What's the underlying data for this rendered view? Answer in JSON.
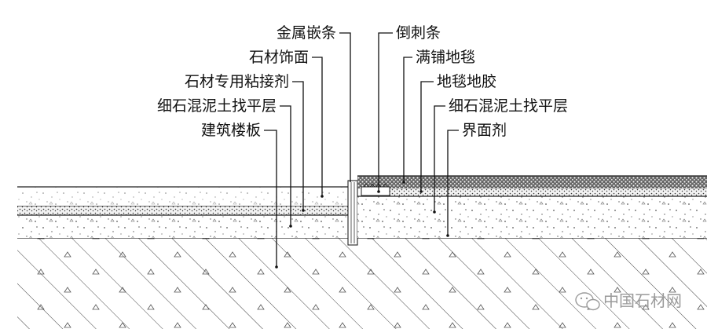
{
  "labels_left": [
    "金属嵌条",
    "石材饰面",
    "石材专用粘接剂",
    "细石混泥土找平层",
    "建筑楼板"
  ],
  "labels_right": [
    "倒刺条",
    "满铺地毯",
    "地毯地胶",
    "细石混泥土找平层",
    "界面剂"
  ],
  "watermark": "中国石材网",
  "icons": {
    "watermark_logo": "chat-bubble-icon"
  },
  "colors": {
    "line": "#111111",
    "watermark": "#9a9a9a"
  }
}
